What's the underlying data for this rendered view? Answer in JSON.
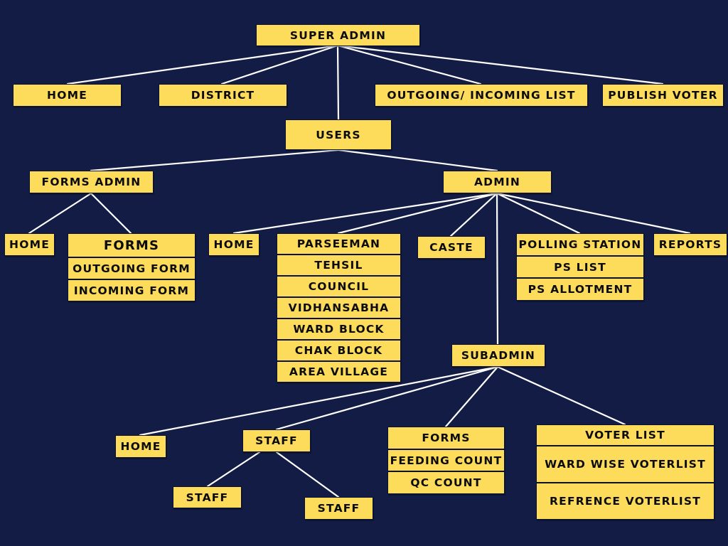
{
  "colors": {
    "background": "#131c44",
    "box": "#fddc5c",
    "line": "#ffffff",
    "text": "#0c0c0c"
  },
  "nodes": {
    "super_admin": "SUPER ADMIN",
    "home_top": "HOME",
    "district": "DISTRICT",
    "outgoing_incoming_list": "OUTGOING/ INCOMING LIST",
    "publish_voter": "PUBLISH VOTER",
    "users": "USERS",
    "forms_admin": "FORMS ADMIN",
    "admin": "ADMIN",
    "fa_home": "HOME",
    "fa_forms": "FORMS",
    "fa_outgoing_form": "OUTGOING FORM",
    "fa_incoming_form": "INCOMING FORM",
    "ad_home": "HOME",
    "parseeman": "PARSEEMAN",
    "tehsil": "TEHSIL",
    "council": "COUNCIL",
    "vidhansabha": "VIDHANSABHA",
    "ward_block": "WARD BLOCK",
    "chak_block": "CHAK BLOCK",
    "area_village": "AREA VILLAGE",
    "caste": "CASTE",
    "polling_station": "POLLING STATION",
    "ps_list": "PS LIST",
    "ps_allotment": "PS ALLOTMENT",
    "reports": "REPORTS",
    "subadmin": "SUBADMIN",
    "sa_home": "HOME",
    "staff": "STAFF",
    "staff_1": "STAFF",
    "staff_2": "STAFF",
    "sa_forms": "FORMS",
    "feeding_count": "FEEDING COUNT",
    "qc_count": "QC COUNT",
    "voter_list": "VOTER LIST",
    "ward_wise_voterlist": "WARD WISE VOTERLIST",
    "refrence_voterlist": "REFRENCE VOTERLIST"
  }
}
